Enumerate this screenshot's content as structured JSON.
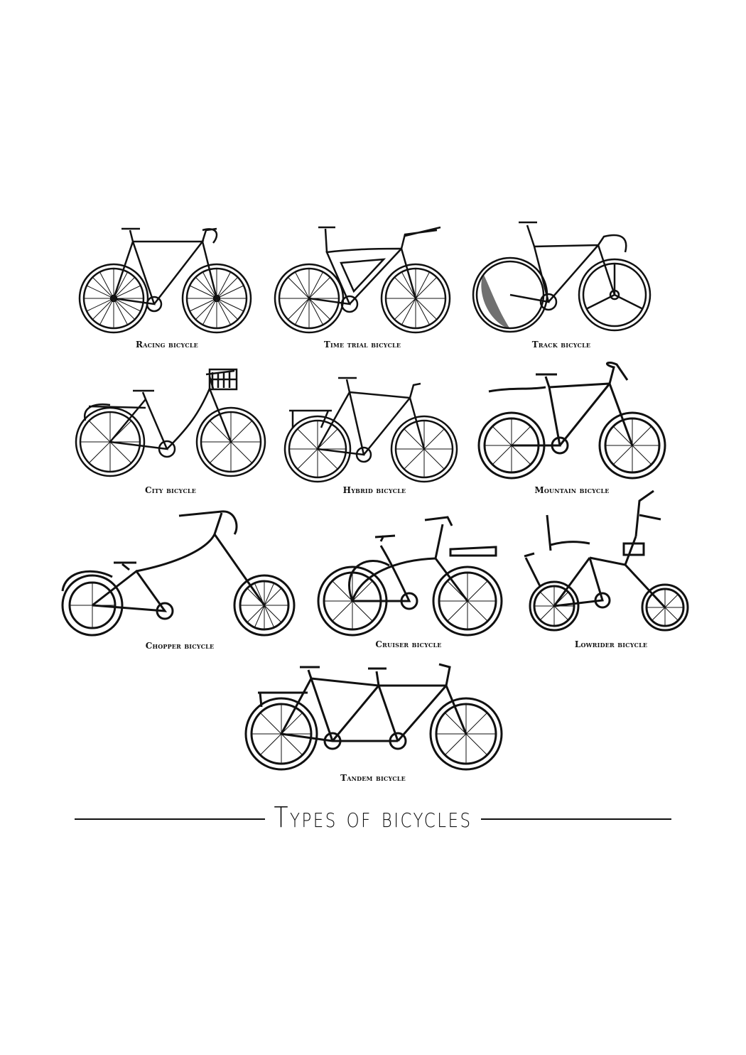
{
  "title": "Types of bicycles",
  "bikes": [
    {
      "label": "Racing bicycle"
    },
    {
      "label": "Time trial bicycle"
    },
    {
      "label": "Track bicycle"
    },
    {
      "label": "City bicycle"
    },
    {
      "label": "Hybrid bicycle"
    },
    {
      "label": "Mountain bicycle"
    },
    {
      "label": "Chopper bicycle"
    },
    {
      "label": "Cruiser bicycle"
    },
    {
      "label": "Lowrider bicycle"
    },
    {
      "label": "Tandem bicycle"
    }
  ],
  "colors": {
    "ink": "#111111",
    "background": "#ffffff"
  }
}
